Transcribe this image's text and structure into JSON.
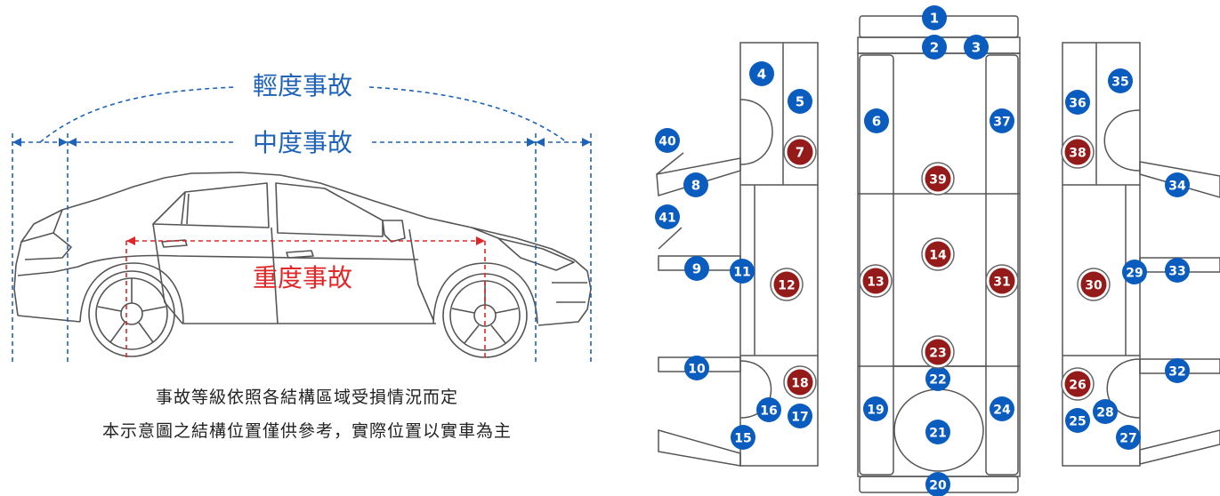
{
  "labels": {
    "light": "輕度事故",
    "medium": "中度事故",
    "heavy": "重度事故"
  },
  "caption": {
    "line1": "事故等級依照各結構區域受損情況而定",
    "line2": "本示意圖之結構位置僅供參考，實際位置以實車為主"
  },
  "colors": {
    "blue_marker": "#0b5cbf",
    "red_marker": "#951b1b",
    "light_medium_line": "#1f63b8",
    "heavy_line": "#e02626",
    "outline": "#555555"
  },
  "markers": [
    {
      "n": "1",
      "severity": "medium"
    },
    {
      "n": "2",
      "severity": "medium"
    },
    {
      "n": "3",
      "severity": "medium"
    },
    {
      "n": "4",
      "severity": "medium"
    },
    {
      "n": "5",
      "severity": "medium"
    },
    {
      "n": "6",
      "severity": "medium"
    },
    {
      "n": "7",
      "severity": "heavy"
    },
    {
      "n": "8",
      "severity": "medium"
    },
    {
      "n": "9",
      "severity": "medium"
    },
    {
      "n": "10",
      "severity": "medium"
    },
    {
      "n": "11",
      "severity": "medium"
    },
    {
      "n": "12",
      "severity": "heavy"
    },
    {
      "n": "13",
      "severity": "heavy"
    },
    {
      "n": "14",
      "severity": "heavy"
    },
    {
      "n": "15",
      "severity": "medium"
    },
    {
      "n": "16",
      "severity": "medium"
    },
    {
      "n": "17",
      "severity": "medium"
    },
    {
      "n": "18",
      "severity": "heavy"
    },
    {
      "n": "19",
      "severity": "medium"
    },
    {
      "n": "20",
      "severity": "medium"
    },
    {
      "n": "21",
      "severity": "medium"
    },
    {
      "n": "22",
      "severity": "medium"
    },
    {
      "n": "23",
      "severity": "heavy"
    },
    {
      "n": "24",
      "severity": "medium"
    },
    {
      "n": "25",
      "severity": "medium"
    },
    {
      "n": "26",
      "severity": "heavy"
    },
    {
      "n": "27",
      "severity": "medium"
    },
    {
      "n": "28",
      "severity": "medium"
    },
    {
      "n": "29",
      "severity": "medium"
    },
    {
      "n": "30",
      "severity": "heavy"
    },
    {
      "n": "31",
      "severity": "heavy"
    },
    {
      "n": "32",
      "severity": "medium"
    },
    {
      "n": "33",
      "severity": "medium"
    },
    {
      "n": "34",
      "severity": "medium"
    },
    {
      "n": "35",
      "severity": "medium"
    },
    {
      "n": "36",
      "severity": "medium"
    },
    {
      "n": "37",
      "severity": "medium"
    },
    {
      "n": "38",
      "severity": "heavy"
    },
    {
      "n": "39",
      "severity": "heavy"
    },
    {
      "n": "40",
      "severity": "medium"
    },
    {
      "n": "41",
      "severity": "medium"
    }
  ]
}
